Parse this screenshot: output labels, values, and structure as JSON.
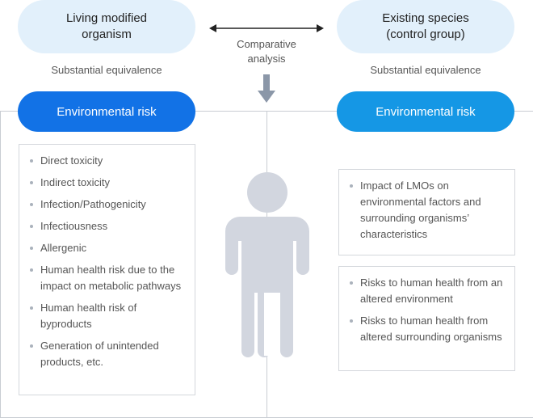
{
  "left_top": {
    "line1": "Living modified",
    "line2": "organism"
  },
  "right_top": {
    "line1": "Existing species",
    "line2": "(control group)"
  },
  "comparison": {
    "line1": "Comparative",
    "line2": "analysis"
  },
  "left_equivalence": "Substantial equivalence",
  "right_equivalence": "Substantial equivalence",
  "left_risk": "Environmental risk",
  "right_risk": "Environmental risk",
  "left_items": [
    "Direct toxicity",
    "Indirect toxicity",
    "Infection/Pathogenicity",
    "Infectiousness",
    "Allergenic",
    "Human health risk due to the impact on metabolic pathways",
    "Human health risk of byproducts",
    "Generation of unintended products, etc."
  ],
  "right_box1_items": [
    "Impact of LMOs on environmental factors and surrounding organisms’ characteristics"
  ],
  "right_box2_items": [
    "Risks to human health from an altered environment",
    "Risks to human health from altered surrounding organisms"
  ],
  "colors": {
    "top_pill": "#e2f0fb",
    "left_risk_pill": "#1272e6",
    "right_risk_pill": "#1597e5",
    "human_figure": "#d2d6df",
    "arrow": "#8b97a8"
  },
  "icons": [
    "double-arrow-icon",
    "down-arrow-icon",
    "person-icon"
  ]
}
